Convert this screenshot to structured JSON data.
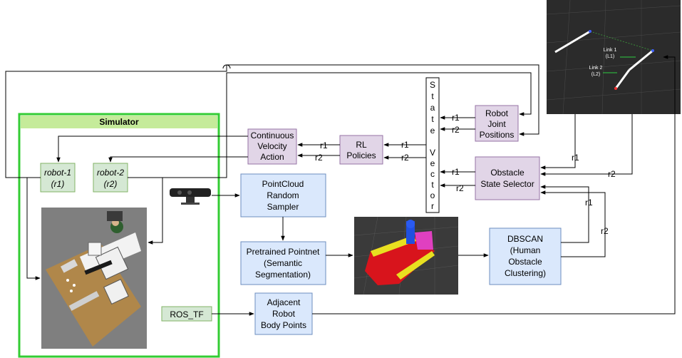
{
  "simulator": {
    "title": "Simulator"
  },
  "robots": {
    "robot1": [
      "robot-1",
      "(r1)"
    ],
    "robot2": [
      "robot-2",
      "(r2)"
    ]
  },
  "nodes": {
    "continuous_velocity_action": [
      "Continuous",
      "Velocity",
      "Action"
    ],
    "rl_policies": [
      "RL",
      "Policies"
    ],
    "state_vector": [
      "S",
      "t",
      "a",
      "t",
      "e",
      "",
      "V",
      "e",
      "c",
      "t",
      "o",
      "r"
    ],
    "robot_joint_positions": [
      "Robot",
      "Joint",
      "Positions"
    ],
    "obstacle_state_selector": [
      "Obstacle",
      "State Selector"
    ],
    "pointcloud_random_sampler": [
      "PointCloud",
      "Random",
      "Sampler"
    ],
    "pretrained_pointnet": [
      "Pretrained Pointnet",
      "(Semantic",
      "Segmentation)"
    ],
    "dbscan": [
      "DBSCAN",
      "(Human",
      "Obstacle",
      "Clustering)"
    ],
    "ros_tf": "ROS_TF",
    "adjacent_robot_body_points": [
      "Adjacent",
      "Robot",
      "Body Points"
    ]
  },
  "edge_labels": {
    "r1": "r1",
    "r2": "r2"
  },
  "rviz": {
    "link1": [
      "Link 1",
      "(L1)"
    ],
    "link2": [
      "Link 2",
      "(L2)"
    ]
  },
  "colors": {
    "simulator_border": "#33cc33",
    "simulator_header": "#c5eb9a",
    "robot_box": "#d5e8d4",
    "purple_box": "#e1d5e7",
    "blue_box": "#dae8fc",
    "dark_panel": "#2b2b2b"
  }
}
